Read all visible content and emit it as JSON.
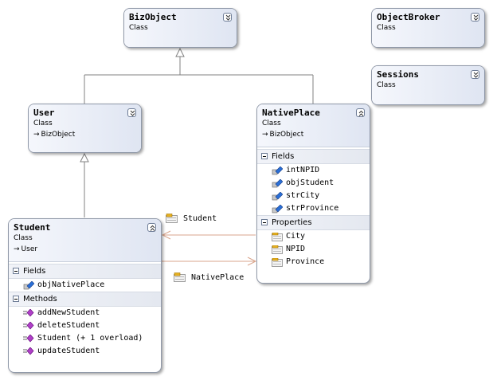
{
  "classes": {
    "bizobject": {
      "name": "BizObject",
      "kind": "Class"
    },
    "objectbroker": {
      "name": "ObjectBroker",
      "kind": "Class"
    },
    "sessions": {
      "name": "Sessions",
      "kind": "Class"
    },
    "user": {
      "name": "User",
      "kind": "Class",
      "base": "BizObject"
    },
    "nativeplace": {
      "name": "NativePlace",
      "kind": "Class",
      "base": "BizObject",
      "fields_label": "Fields",
      "fields": [
        "intNPID",
        "objStudent",
        "strCity",
        "strProvince"
      ],
      "properties_label": "Properties",
      "properties": [
        "City",
        "NPID",
        "Province"
      ]
    },
    "student": {
      "name": "Student",
      "kind": "Class",
      "base": "User",
      "fields_label": "Fields",
      "fields": [
        "objNativePlace"
      ],
      "methods_label": "Methods",
      "methods": [
        "addNewStudent",
        "deleteStudent",
        "Student (+ 1 overload)",
        "updateStudent"
      ]
    }
  },
  "associations": {
    "to_student": "Student",
    "to_nativeplace": "NativePlace"
  },
  "colors": {
    "inheritance_line": "#808080",
    "association_line": "#d9a58c",
    "box_border": "#8f98a8"
  }
}
